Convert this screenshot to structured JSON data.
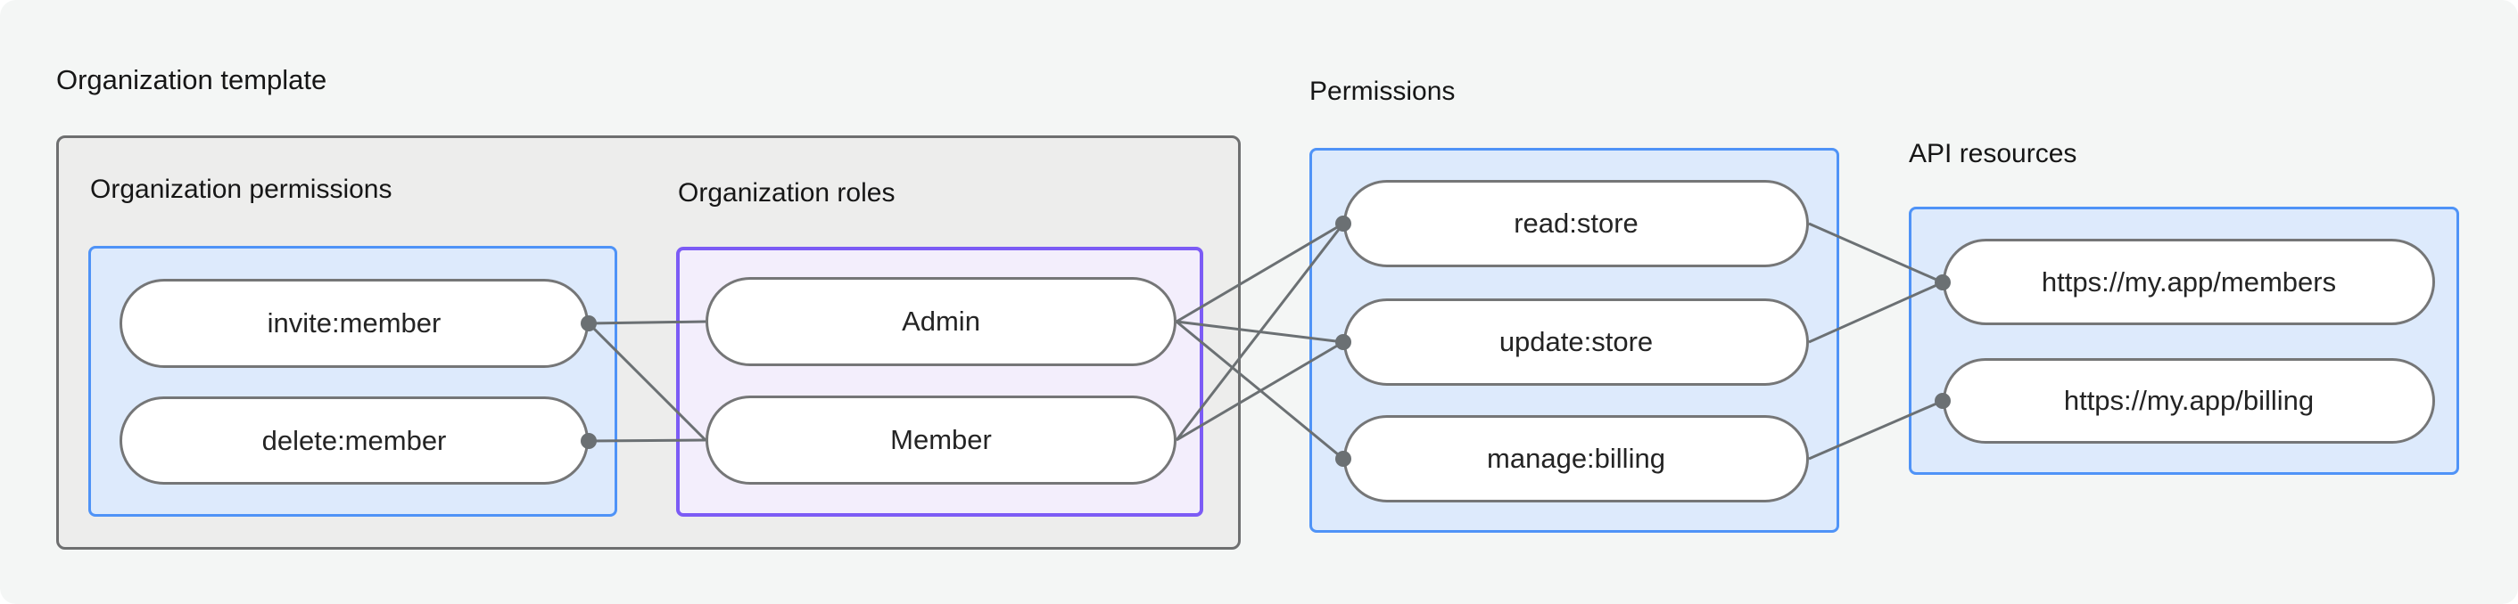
{
  "diagram": {
    "org_template": {
      "title": "Organization template",
      "permissions": {
        "label": "Organization permissions",
        "items": [
          "invite:member",
          "delete:member"
        ]
      },
      "roles": {
        "label": "Organization roles",
        "items": [
          "Admin",
          "Member"
        ]
      }
    },
    "permissions": {
      "label": "Permissions",
      "items": [
        "read:store",
        "update:store",
        "manage:billing"
      ]
    },
    "api_resources": {
      "label": "API resources",
      "items": [
        "https://my.app/members",
        "https://my.app/billing"
      ]
    },
    "edges": [
      {
        "from": "invite:member",
        "to": "Admin"
      },
      {
        "from": "invite:member",
        "to": "Member"
      },
      {
        "from": "delete:member",
        "to": "Member"
      },
      {
        "from": "Admin",
        "to": "read:store"
      },
      {
        "from": "Admin",
        "to": "update:store"
      },
      {
        "from": "Admin",
        "to": "manage:billing"
      },
      {
        "from": "Member",
        "to": "read:store"
      },
      {
        "from": "Member",
        "to": "update:store"
      },
      {
        "from": "read:store",
        "to": "https://my.app/members"
      },
      {
        "from": "update:store",
        "to": "https://my.app/members"
      },
      {
        "from": "manage:billing",
        "to": "https://my.app/billing"
      }
    ],
    "colors": {
      "page-bg": "#f4f6f5",
      "gray-fill": "#ededec",
      "gray-border": "#6e6f70",
      "blue-fill": "#ddeafc",
      "blue-border": "#4f93f7",
      "purple-fill": "#f3eefc",
      "purple-border": "#7c5bf5",
      "pill-fill": "#ffffff",
      "pill-border": "#757677",
      "pill-text": "#242424",
      "label-text": "#161616",
      "edge-line": "#6b7073"
    }
  }
}
